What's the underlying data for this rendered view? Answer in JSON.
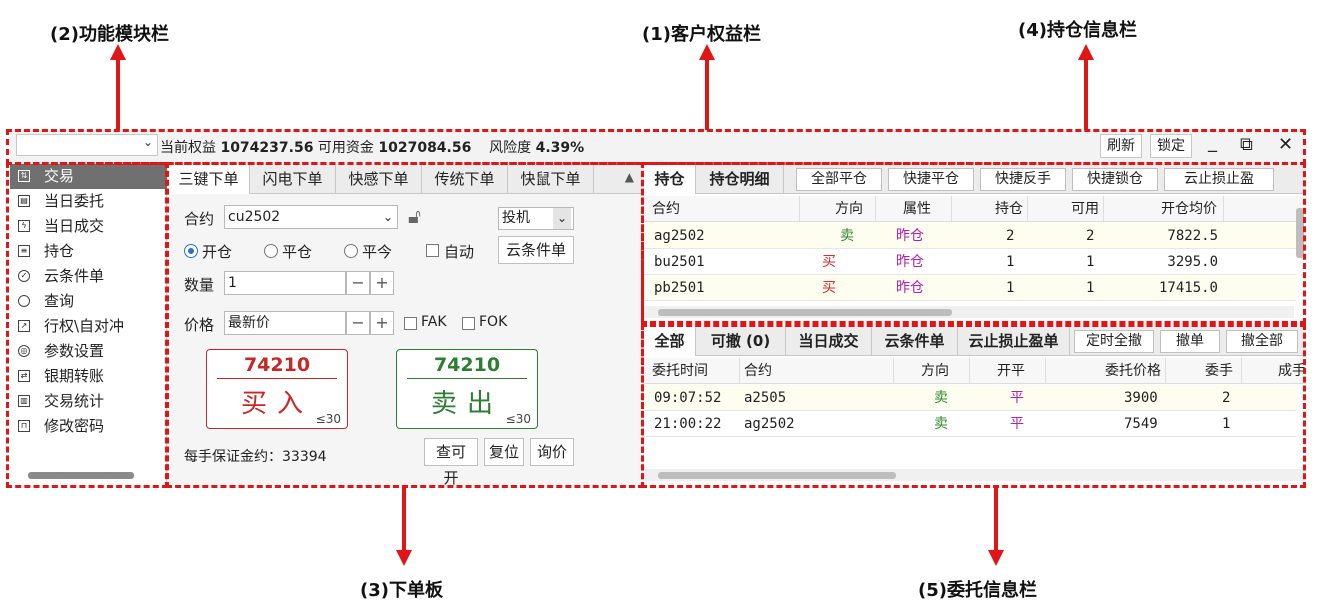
{
  "annotations": {
    "customer_equity": "(1)客户权益栏",
    "function_module": "(2)功能模块栏",
    "order_board": "(3)下单板",
    "position_info": "(4)持仓信息栏",
    "order_info": "(5)委托信息栏"
  },
  "topbar": {
    "equity_label": "当前权益",
    "equity_value": "1074237.56",
    "available_label": "可用资金",
    "available_value": "1027084.56",
    "risk_label": "风险度",
    "risk_value": "4.39%",
    "refresh": "刷新",
    "lock": "锁定",
    "minimize": "_",
    "restore": "⧉",
    "close": "✕"
  },
  "sidebar": {
    "items": [
      {
        "label": "交易",
        "icon": "exchange-icon"
      },
      {
        "label": "当日委托",
        "icon": "order-icon"
      },
      {
        "label": "当日成交",
        "icon": "deal-icon"
      },
      {
        "label": "持仓",
        "icon": "position-icon"
      },
      {
        "label": "云条件单",
        "icon": "cloud-icon"
      },
      {
        "label": "查询",
        "icon": "search-icon"
      },
      {
        "label": "行权\\自对冲",
        "icon": "chart-icon"
      },
      {
        "label": "参数设置",
        "icon": "settings-icon"
      },
      {
        "label": "银期转账",
        "icon": "transfer-icon"
      },
      {
        "label": "交易统计",
        "icon": "stats-icon"
      },
      {
        "label": "修改密码",
        "icon": "lock-icon"
      }
    ]
  },
  "order": {
    "tabs": [
      "三键下单",
      "闪电下单",
      "快感下单",
      "传统下单",
      "快鼠下单"
    ],
    "contract_label": "合约",
    "contract_value": "cu2502",
    "hedge_value": "投机",
    "open_label": "开仓",
    "close_label": "平仓",
    "close_today_label": "平今",
    "auto_label": "自动",
    "cloud_cond": "云条件单",
    "qty_label": "数量",
    "qty_value": "1",
    "price_label": "价格",
    "price_value": "最新价",
    "fak": "FAK",
    "fok": "FOK",
    "buy_price": "74210",
    "buy_label": "买入",
    "buy_max": "≤30",
    "sell_price": "74210",
    "sell_label": "卖出",
    "sell_max": "≤30",
    "margin_text": "每手保证金约：33394",
    "btn_check": "查可开",
    "btn_reset": "复位",
    "btn_quote": "询价"
  },
  "positions": {
    "tabs": [
      "持仓",
      "持仓明细"
    ],
    "buttons": [
      "全部平仓",
      "快捷平仓",
      "快捷反手",
      "快捷锁仓",
      "云止损止盈"
    ],
    "headers": [
      "合约",
      "方向",
      "属性",
      "持仓",
      "可用",
      "开仓均价"
    ],
    "rows": [
      {
        "contract": "ag2502",
        "dir": "卖",
        "attr": "昨仓",
        "pos": "2",
        "avail": "2",
        "avg": "7822.5"
      },
      {
        "contract": "bu2501",
        "dir": "买",
        "attr": "昨仓",
        "pos": "1",
        "avail": "1",
        "avg": "3295.0"
      },
      {
        "contract": "pb2501",
        "dir": "买",
        "attr": "昨仓",
        "pos": "1",
        "avail": "1",
        "avg": "17415.0"
      }
    ]
  },
  "orders": {
    "tabs": [
      "全部",
      "可撤 (0)",
      "当日成交",
      "云条件单",
      "云止损止盈单"
    ],
    "buttons": [
      "定时全撤",
      "撤单",
      "撤全部"
    ],
    "headers": [
      "委托时间",
      "合约",
      "方向",
      "开平",
      "委托价格",
      "委手",
      "成手"
    ],
    "rows": [
      {
        "time": "09:07:52",
        "contract": "a2505",
        "dir": "卖",
        "oc": "平",
        "price": "3900",
        "qty": "2"
      },
      {
        "time": "21:00:22",
        "contract": "ag2502",
        "dir": "卖",
        "oc": "平",
        "price": "7549",
        "qty": "1"
      }
    ]
  }
}
